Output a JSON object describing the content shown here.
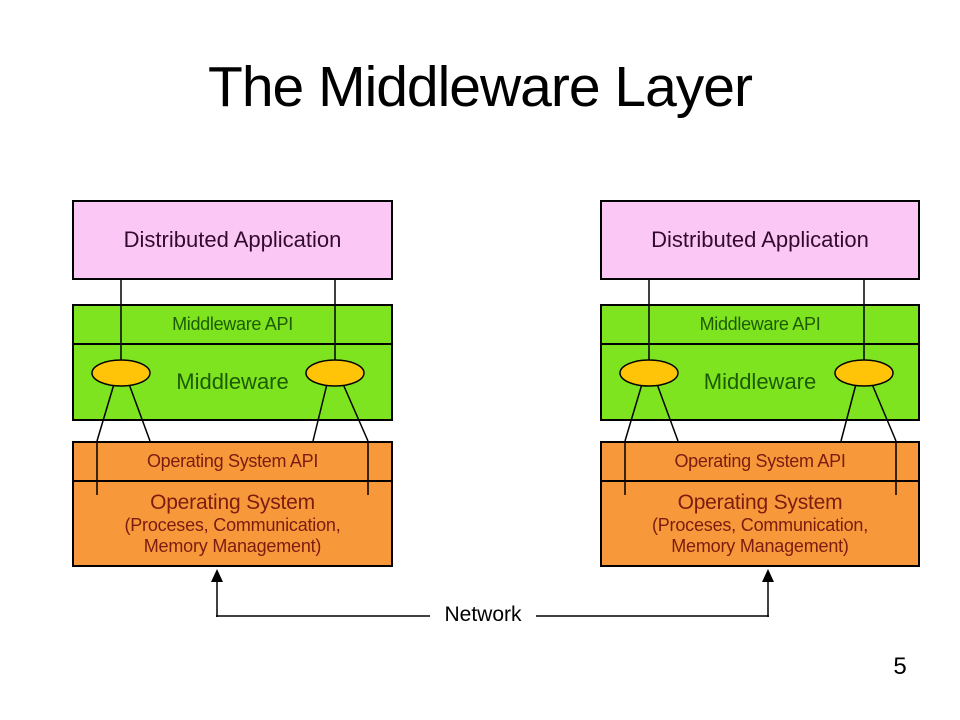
{
  "slide": {
    "title": "The Middleware Layer",
    "network_label": "Network",
    "page_number": "5"
  },
  "colors": {
    "background": "#ffffff",
    "application_fill": "#fbc8f6",
    "application_text": "#330a2e",
    "middleware_fill": "#7ee41f",
    "middleware_text": "#1d5b02",
    "os_fill": "#f7993b",
    "os_text": "#7c1b10",
    "ellipse_fill": "#ffc408",
    "line_color": "#000000"
  },
  "stacks": [
    {
      "application": "Distributed Application",
      "middleware_api": "Middleware API",
      "middleware": "Middleware",
      "os_api": "Operating System API",
      "os_title": "Operating System",
      "os_detail_line1": "(Proceses, Communication,",
      "os_detail_line2": "Memory Management)"
    },
    {
      "application": "Distributed Application",
      "middleware_api": "Middleware API",
      "middleware": "Middleware",
      "os_api": "Operating System API",
      "os_title": "Operating System",
      "os_detail_line1": "(Proceses, Communication,",
      "os_detail_line2": "Memory Management)"
    }
  ]
}
